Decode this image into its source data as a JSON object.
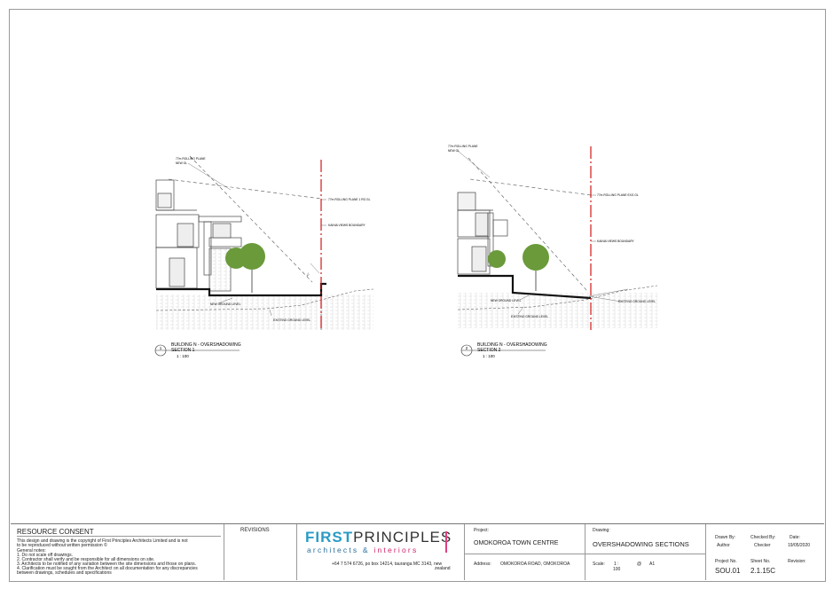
{
  "sections": [
    {
      "number": "1",
      "title": "BUILDING N - OVERSHADOWING",
      "subtitle": "SECTION 1",
      "scale": "1 : 100",
      "labels": {
        "rolling_plane_top": "77m ROLLING PLANE",
        "rolling_plane_top_sub": "NEW GL",
        "rolling_plane_mid": "77m ROLLING PLANE 1 RG GL",
        "boundary": "KAINIA VIEWS BOUNDARY",
        "new_ground": "NEW GROUND LEVEL",
        "existing_ground": "EXISTING GROUND LEVEL"
      }
    },
    {
      "number": "2",
      "title": "BUILDING N - OVERSHADOWING",
      "subtitle": "SECTION 2",
      "scale": "1 : 100",
      "labels": {
        "rolling_plane_top": "77m ROLLING PLANE",
        "rolling_plane_top_sub": "NEW GL",
        "rolling_plane_mid": "77m ROLLING PLANE EXG GL",
        "boundary": "KAINIA VIEWS BOUNDARY",
        "new_ground": "NEW GROUND LEVEL",
        "existing_ground": "EXISTING GROUND LEVEL",
        "existing_ground_right": "EXISTING GROUND LEVEL"
      }
    }
  ],
  "title_block": {
    "resource_consent": "RESOURCE CONSENT",
    "copyright": [
      "This design and drawing is the copyright of First Principles Architects Limited and is not",
      "to be reproduced without written permission ©"
    ],
    "notes_heading": "General notes:",
    "notes": [
      "1. Do not scale off drawings.",
      "2. Contractor shall verify and be responsible for all dimensions on site.",
      "3. Architects to be notified of any variation between the site dimensions and those on plans.",
      "4. Clarification must be sought from the Architect on all documentation for any discrepancies",
      "   between drawings, schedules and specifications"
    ],
    "revisions": "REVISIONS",
    "logo_first": "FIRST",
    "logo_principles": "PRINCIPLES",
    "logo_architects": "architects & ",
    "logo_interiors": "interiors",
    "contact": "+64 7 574 6726, po box 14214, tauranga MC 3143, new",
    "contact_2": "zealand",
    "project_label": "Project:",
    "project": "OMOKOROA TOWN CENTRE",
    "address_label": "Address:",
    "address": "OMOKOROA ROAD, OMOKOROA",
    "drawing_label": "Drawing:",
    "drawing": "OVERSHADOWING SECTIONS",
    "scale_label": "Scale:",
    "scale_value": "1 :",
    "scale_value_2": "100",
    "at": "@",
    "paper": "A1",
    "drawn_by_label": "Drawn By:",
    "drawn_by": "Author",
    "checked_by_label": "Checked By:",
    "checked_by": "Checker",
    "date_label": "Date:",
    "date": "19/05/2020",
    "project_no_label": "Project No.",
    "project_no": "SOU.01",
    "sheet_no_label": "Sheet No.",
    "sheet_no": "2.1.15C",
    "revision_label": "Revision:",
    "revision": ""
  },
  "colors": {
    "boundary": "#d01818",
    "tree": "#6a9a3a",
    "brand_blue": "#2a9bc4",
    "brand_pink": "#d0246a"
  }
}
